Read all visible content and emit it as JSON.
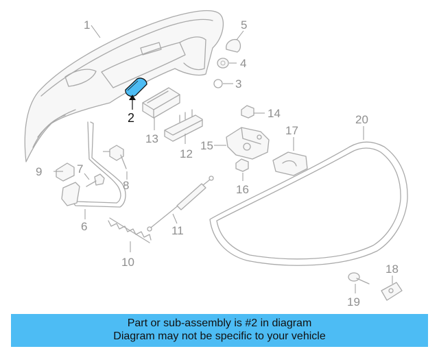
{
  "callouts": {
    "c1": "1",
    "c2": "2",
    "c3": "3",
    "c4": "4",
    "c5": "5",
    "c6": "6",
    "c7": "7",
    "c8": "8",
    "c9": "9",
    "c10": "10",
    "c11": "11",
    "c12": "12",
    "c13": "13",
    "c14": "14",
    "c15": "15",
    "c16": "16",
    "c17": "17",
    "c18": "18",
    "c19": "19",
    "c20": "20"
  },
  "highlight": {
    "part": "2",
    "color": "#4dbcf4"
  },
  "caption": {
    "line1": "Part or sub-assembly is #2 in diagram",
    "line2": "Diagram may not be specific to your vehicle",
    "background": "#4dbcf4"
  }
}
